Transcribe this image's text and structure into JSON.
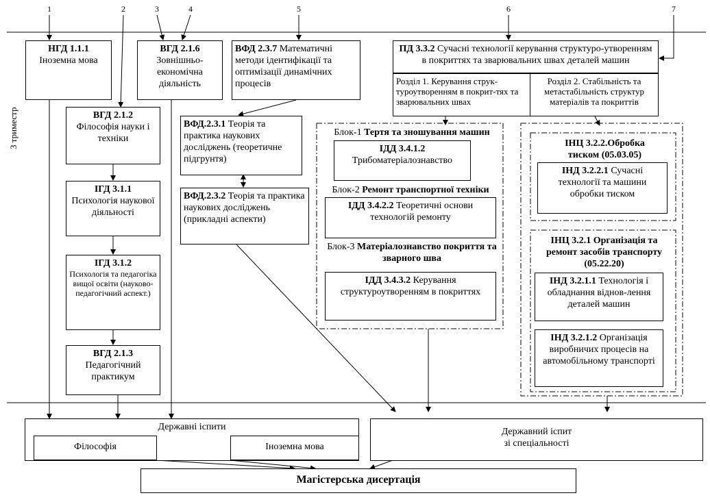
{
  "column_numbers": [
    "1",
    "2",
    "3",
    "4",
    "5",
    "6",
    "7"
  ],
  "trimester_label": "3 триместр",
  "boxes": {
    "ngd111": {
      "code": "НГД 1.1.1",
      "text": "Іноземна мова"
    },
    "vgd216": {
      "code": "ВГД 2.1.6",
      "text": "Зовнішньо-економічна діяльність"
    },
    "vfd237": {
      "code": "ВФД 2.3.7",
      "text": "Математичні методи ідентифікації та оптимізації динамічних процесів"
    },
    "pd332": {
      "code": "ПД 3.3.2",
      "text": "Сучасні технології керування структуро-утворенням в покриттях та зварювальних швах деталей машин"
    },
    "pd332_sec1": {
      "text": "Розділ 1. Керування струк-туроутворенням в покрит-тях та зварювальних швах"
    },
    "pd332_sec2": {
      "text": "Розділ 2. Стабільність та метастабільність структур матеріалів та покриттів"
    },
    "vgd212": {
      "code": "ВГД 2.1.2",
      "text": "Філософія науки і техніки"
    },
    "vfd231": {
      "code": "ВФД.2.3.1",
      "text": "Теорія та практика наукових досліджень (теоретичне підгрунтя)"
    },
    "vfd232": {
      "code": "ВФД.2.3.2",
      "text": "Теорія та практика наукових досліджень (прикладні аспекти)"
    },
    "igd311": {
      "code": "ІГД 3.1.1",
      "text": "Психологія наукової діяльності"
    },
    "igd312": {
      "code": "ІГД 3.1.2",
      "text": "Психологія та педагогіка вищої освіти (науково-педагогічний аспект.)"
    },
    "vgd213": {
      "code": "ВГД 2.1.3",
      "text": "Педагогічний практикум"
    },
    "idd3412": {
      "code": "ІДД 3.4.1.2",
      "text": "Трибоматеріалознавство"
    },
    "idd3422": {
      "code": "ІДД 3.4.2.2",
      "text": "Теоретичні основи технологій ремонту"
    },
    "idd3432": {
      "code": "ІДД 3.4.3.2",
      "text": "Керування структуроутворенням в покриттях"
    },
    "inc322": {
      "code": "ІНЦ 3.2.2.Обробка тиском (05.03.05)",
      "text": ""
    },
    "ind3221": {
      "code": "ІНД 3.2.2.1",
      "text": "Сучасні технології та машини обробки тиском"
    },
    "inc321": {
      "code": "ІНЦ 3.2.1 Організація та ремонт засобів транспорту (05.22.20)",
      "text": ""
    },
    "ind3211": {
      "code": "ІНД 3.2.1.1",
      "text": "Технологія і обладнання віднов-лення деталей машин"
    },
    "ind3212": {
      "code": "ІНД 3.2.1.2",
      "text": "Організація виробничих процесів на автомобільному транспорті"
    }
  },
  "blocks": [
    {
      "prefix": "Блок-1",
      "name": "Тертя та зношування машин"
    },
    {
      "prefix": "Блок-2",
      "name": "Ремонт транспортної техніки"
    },
    {
      "prefix": "Блок-3",
      "name": "Матеріалознавство покриття та зварного шва"
    }
  ],
  "exams": {
    "state_exams": "Державні іспити",
    "philosophy": "Філософія",
    "foreign_language": "Іноземна мова",
    "specialty_exam_line1": "Державний іспит",
    "specialty_exam_line2": "зі спеціальності"
  },
  "thesis": "Магістерська дисертація"
}
